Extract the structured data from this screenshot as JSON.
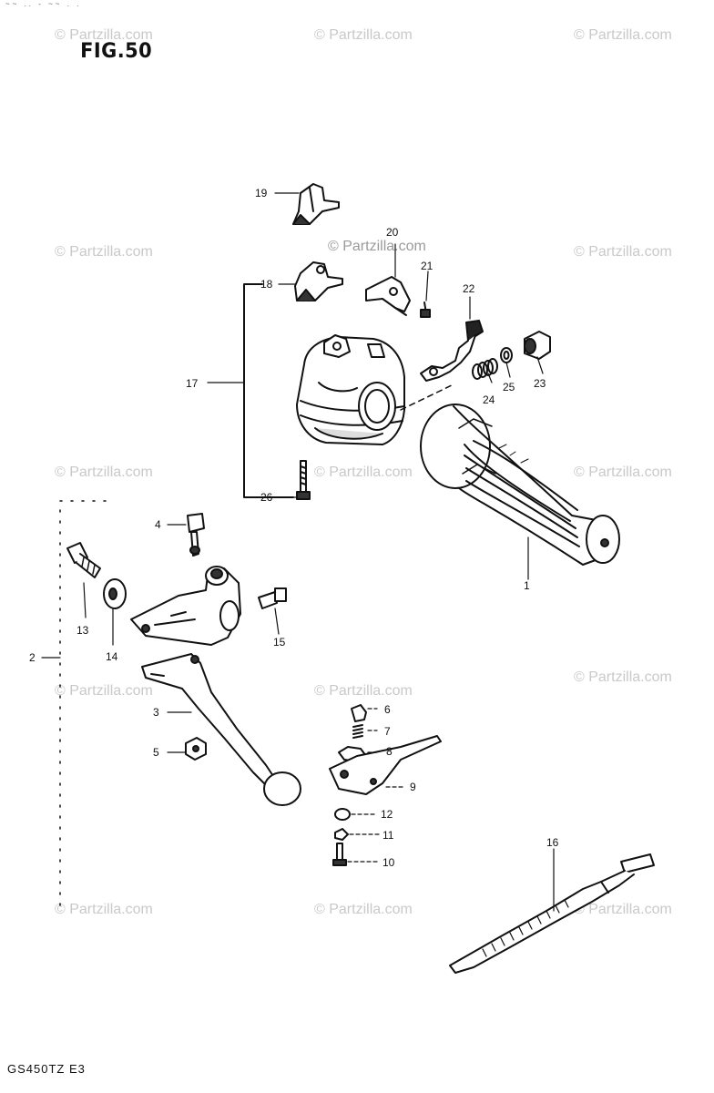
{
  "figure": {
    "title": "FIG.50",
    "code": "GS450TZ E3",
    "top_scribble": "~~ .. - ~~ . ."
  },
  "watermark": {
    "text": "© Partzilla.com",
    "center_text": "© Partzilla.com"
  },
  "callouts": [
    {
      "number": "1",
      "part": "grip"
    },
    {
      "number": "2",
      "part": "lever-assembly"
    },
    {
      "number": "3",
      "part": "lever"
    },
    {
      "number": "4",
      "part": "pivot-bolt"
    },
    {
      "number": "5",
      "part": "nut"
    },
    {
      "number": "6",
      "part": "cap"
    },
    {
      "number": "7",
      "part": "spring"
    },
    {
      "number": "8",
      "part": "clip"
    },
    {
      "number": "9",
      "part": "switch-body"
    },
    {
      "number": "10",
      "part": "screw"
    },
    {
      "number": "11",
      "part": "washer"
    },
    {
      "number": "12",
      "part": "washer"
    },
    {
      "number": "13",
      "part": "adjuster-bolt"
    },
    {
      "number": "14",
      "part": "nut"
    },
    {
      "number": "15",
      "part": "screw"
    },
    {
      "number": "16",
      "part": "strap"
    },
    {
      "number": "17",
      "part": "throttle-housing-assembly"
    },
    {
      "number": "18",
      "part": "cable-guide"
    },
    {
      "number": "19",
      "part": "cable-guide"
    },
    {
      "number": "20",
      "part": "plate"
    },
    {
      "number": "21",
      "part": "screw"
    },
    {
      "number": "22",
      "part": "stopper-arm"
    },
    {
      "number": "23",
      "part": "cap"
    },
    {
      "number": "24",
      "part": "spring"
    },
    {
      "number": "25",
      "part": "washer"
    },
    {
      "number": "26",
      "part": "screw"
    }
  ]
}
